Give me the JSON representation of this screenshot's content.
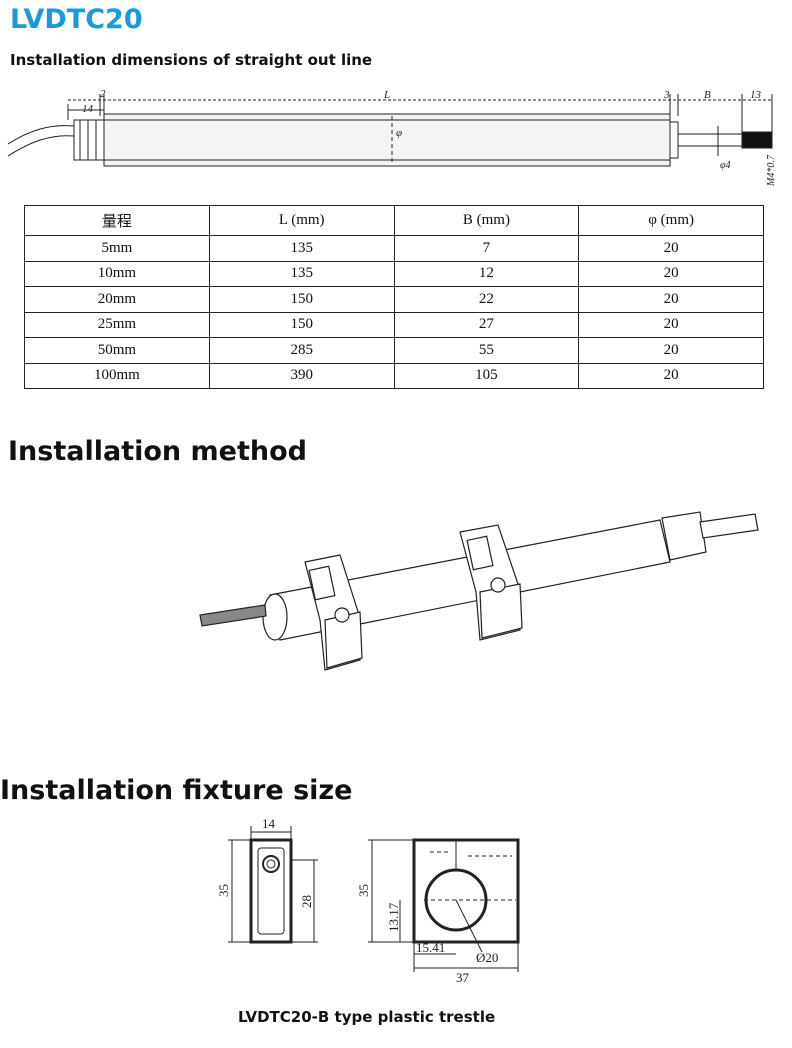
{
  "header": {
    "title": "LVDTC20",
    "subtitle": "Installation dimensions of straight out line"
  },
  "dimension_drawing": {
    "labels": {
      "cable_gland": "14",
      "gap_left": "2",
      "length": "L",
      "gap_right": "3",
      "stroke": "B",
      "thread_len": "13",
      "diameter": "φ",
      "rod_dia": "φ4",
      "thread": "M4*0.7"
    }
  },
  "table": {
    "headers": [
      "量程",
      "L (mm)",
      "B (mm)",
      "φ (mm)"
    ],
    "rows": [
      [
        "5mm",
        "135",
        "7",
        "20"
      ],
      [
        "10mm",
        "135",
        "12",
        "20"
      ],
      [
        "20mm",
        "150",
        "22",
        "20"
      ],
      [
        "25mm",
        "150",
        "27",
        "20"
      ],
      [
        "50mm",
        "285",
        "55",
        "20"
      ],
      [
        "100mm",
        "390",
        "105",
        "20"
      ]
    ]
  },
  "sections": {
    "method_title": "Installation method",
    "fixture_title": "Installation fixture size"
  },
  "fixture_drawing": {
    "side_width": "14",
    "side_height": "35",
    "side_inner": "28",
    "front_height": "35",
    "front_center_height": "13.17",
    "front_offset": "15.41",
    "front_hole": "Ø20",
    "front_width": "37"
  },
  "caption": "LVDTC20-B type plastic trestle"
}
